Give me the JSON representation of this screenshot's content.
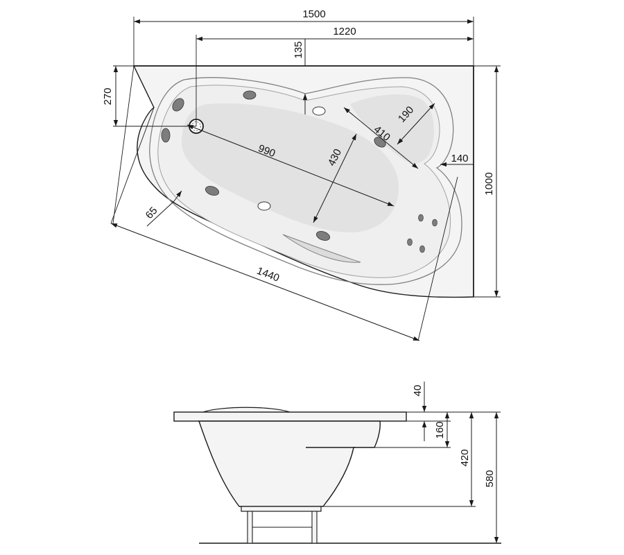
{
  "top_view": {
    "dimensions": {
      "overall_length": "1500",
      "drain_to_right": "1220",
      "upper_rim_depth": "135",
      "drain_offset": "270",
      "diagonal_length": "990",
      "inner_width": "430",
      "seat_length": "410",
      "seat_width": "190",
      "right_rim": "140",
      "overall_width": "1000",
      "left_rim": "65",
      "outer_diagonal": "1440"
    }
  },
  "side_view": {
    "dimensions": {
      "rim_thickness": "40",
      "seat_height": "160",
      "inner_depth": "420",
      "total_height": "580"
    }
  },
  "colors": {
    "line": "#1a1a1a",
    "surface": "#f4f4f4",
    "basin": "#e2e2e2",
    "jet": "#7d7d7d"
  }
}
